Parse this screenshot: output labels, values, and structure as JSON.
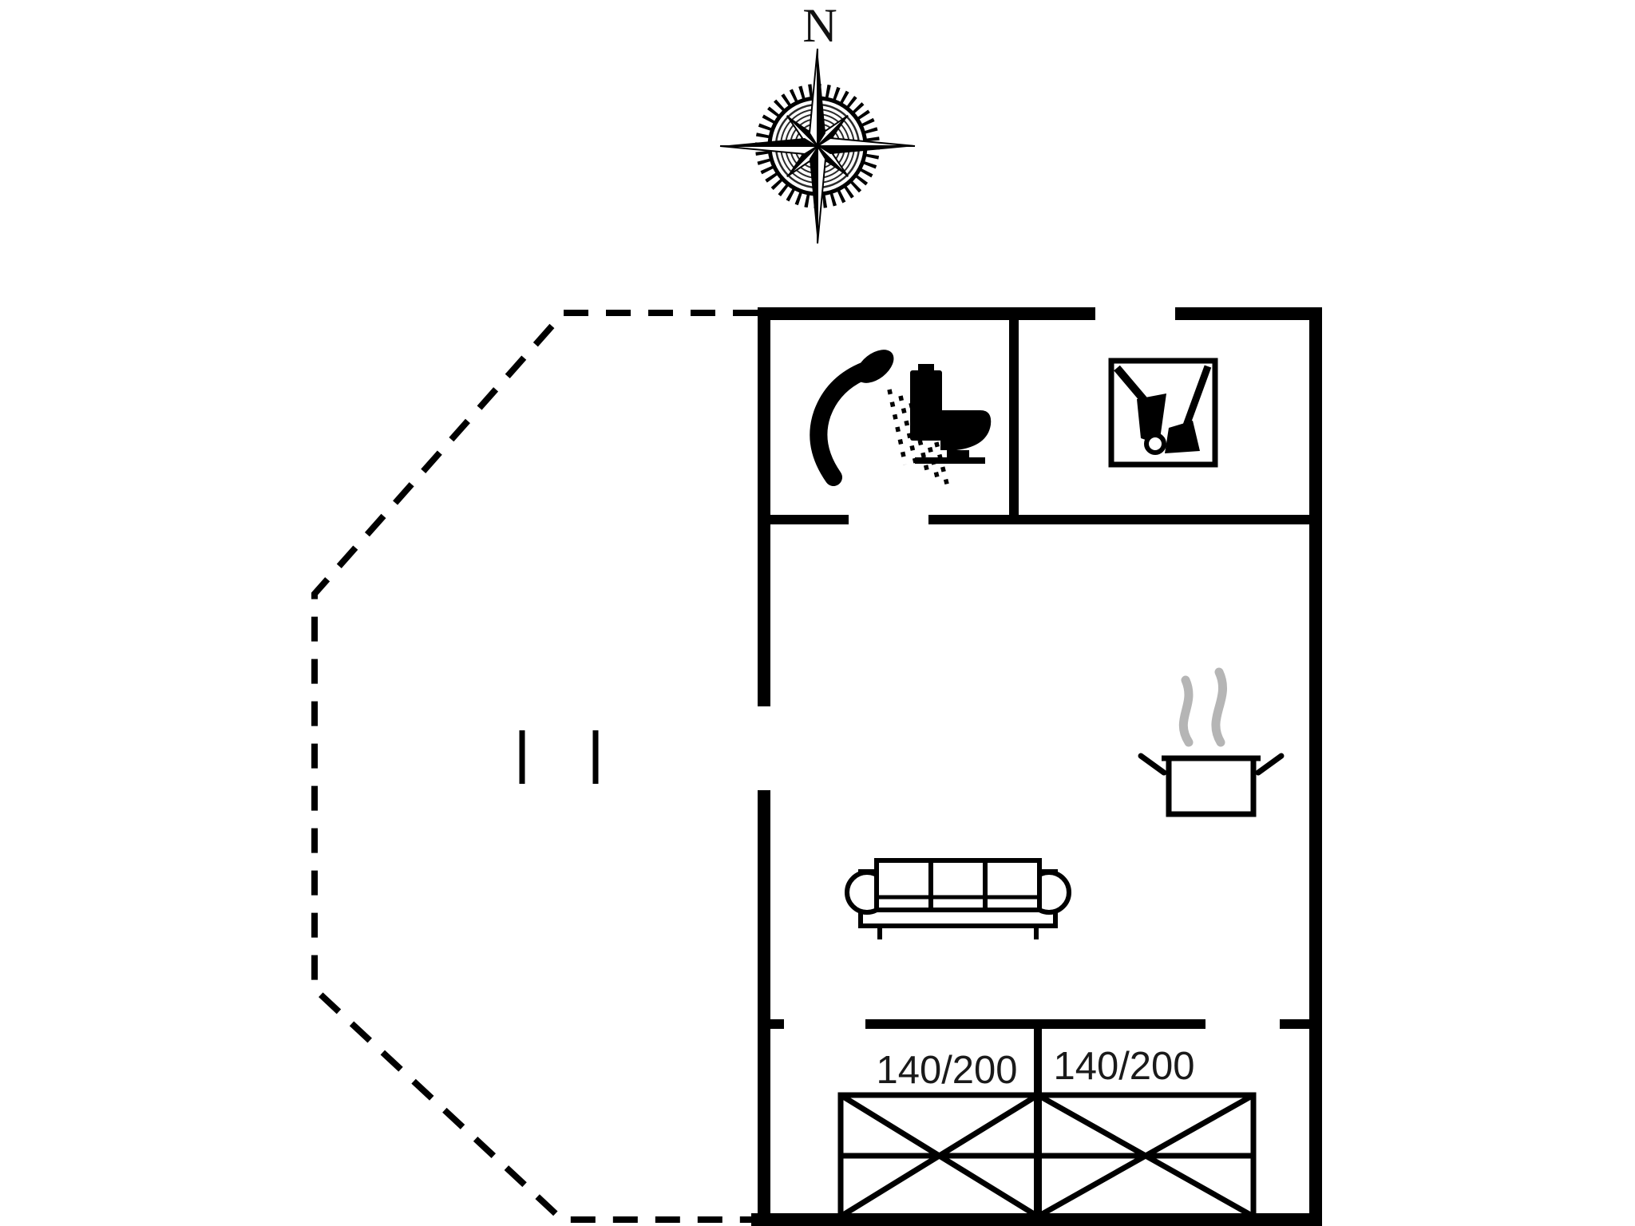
{
  "canvas": {
    "background": "#ffffff",
    "ink": "#000000",
    "steam_color": "#b5b5b5"
  },
  "compass": {
    "north_label": "N"
  },
  "bedrooms": [
    {
      "bed_label": "140/200"
    },
    {
      "bed_label": "140/200"
    }
  ],
  "icons": [
    {
      "name": "compass-rose-icon"
    },
    {
      "name": "shower-icon"
    },
    {
      "name": "toilet-icon"
    },
    {
      "name": "wood-stove-icon"
    },
    {
      "name": "cooking-pot-icon"
    },
    {
      "name": "steam-icon"
    },
    {
      "name": "sofa-icon"
    },
    {
      "name": "double-bed-icon"
    },
    {
      "name": "terrace-step-icon"
    }
  ]
}
